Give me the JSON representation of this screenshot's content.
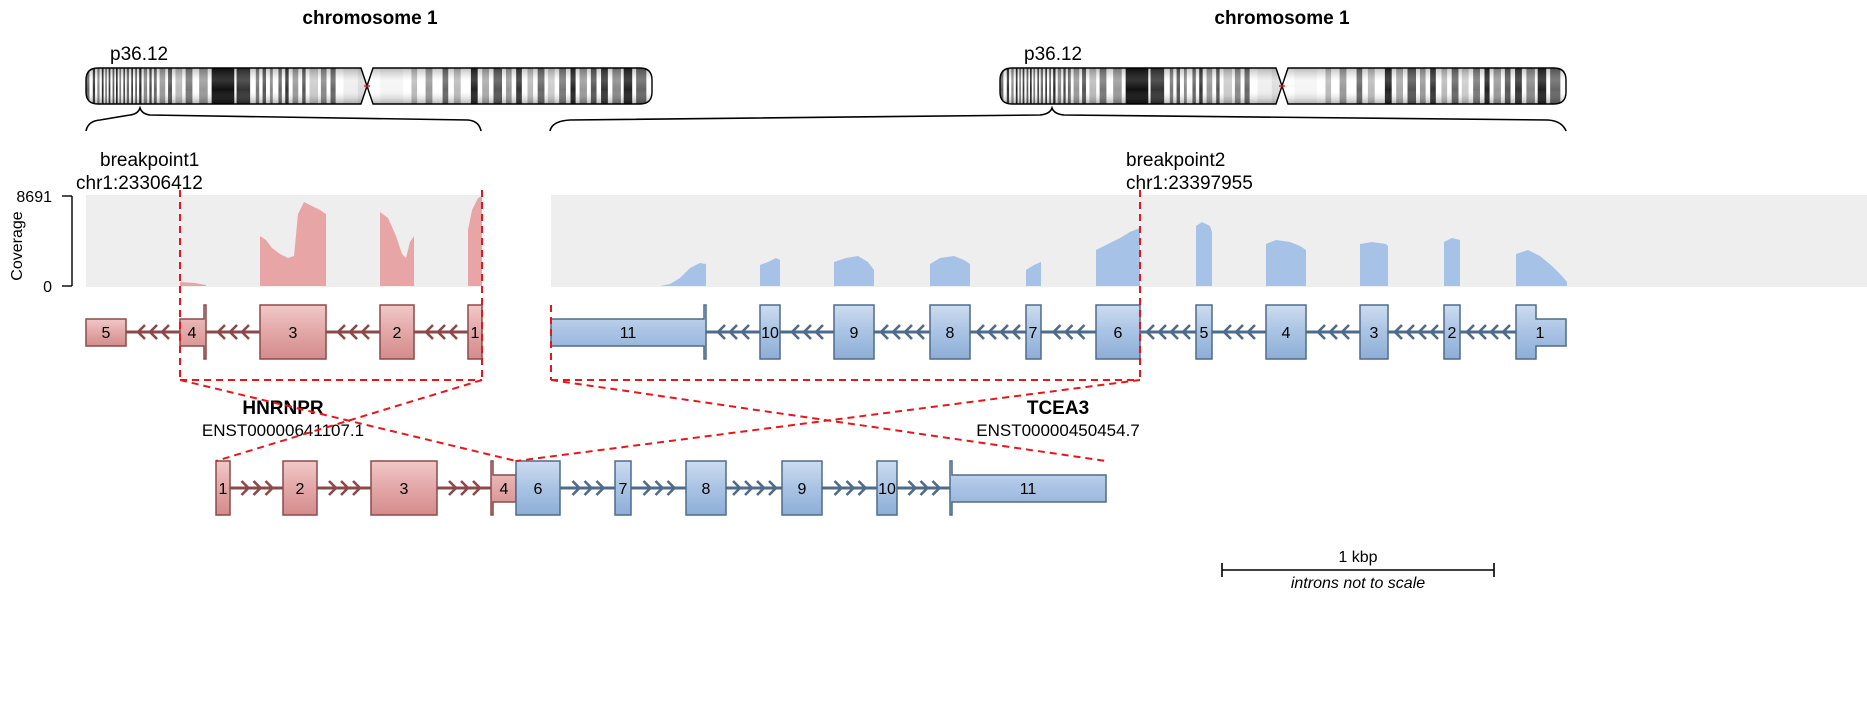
{
  "left": {
    "chromosome_title": "chromosome 1",
    "band_label": "p36.12",
    "breakpoint_title": "breakpoint1",
    "breakpoint_position": "chr1:23306412",
    "gene_name": "HNRNPR",
    "transcript_id": "ENST00000641107.1",
    "exon_labels": [
      "5",
      "4",
      "3",
      "2",
      "1"
    ]
  },
  "right": {
    "chromosome_title": "chromosome 1",
    "band_label": "p36.12",
    "breakpoint_title": "breakpoint2",
    "breakpoint_position": "chr1:23397955",
    "gene_name": "TCEA3",
    "transcript_id": "ENST00000450454.7",
    "exon_labels": [
      "11",
      "10",
      "9",
      "8",
      "7",
      "6",
      "5",
      "4",
      "3",
      "2",
      "1"
    ]
  },
  "coverage": {
    "axis_title": "Coverage",
    "max_label": "8691",
    "min_label": "0"
  },
  "fusion": {
    "exon_labels": [
      "1",
      "2",
      "3",
      "4",
      "6",
      "7",
      "8",
      "9",
      "10",
      "11"
    ]
  },
  "scale_bar": {
    "label": "1 kbp",
    "note": "introns not to scale"
  },
  "colors": {
    "gene1_fill": "#e3a7a7",
    "gene1_stroke": "#8b4a4a",
    "gene2_fill": "#a9c3e4",
    "gene2_stroke": "#4f6b8a",
    "coverage_bg": "#eeeeee",
    "breakpoint_line": "#e8161b"
  }
}
